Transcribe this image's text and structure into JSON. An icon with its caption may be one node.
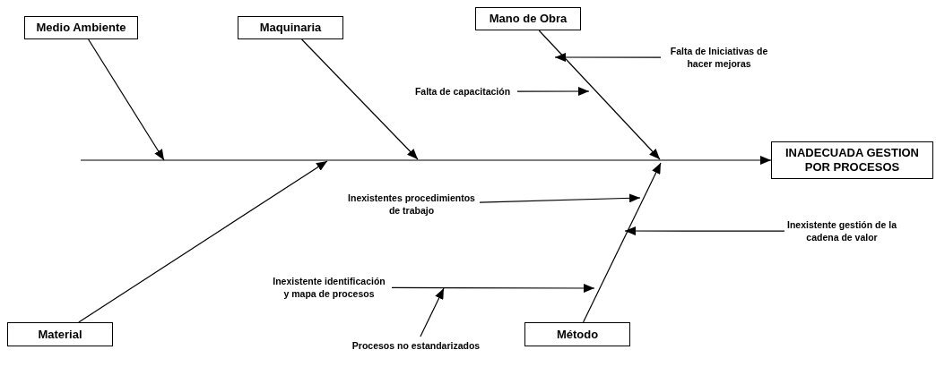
{
  "diagram": {
    "nodes": [
      {
        "text": [
          "Medio Ambiente"
        ]
      },
      {
        "text": [
          "Maquinaria"
        ]
      },
      {
        "text": [
          "Mano de Obra"
        ]
      },
      {
        "text": [
          "INADECUADA GESTION POR PROCESOS"
        ]
      },
      {
        "text": [
          "Falta de Iniciativas de hacer mejoras"
        ]
      },
      {
        "text": [
          "Falta de capacitación"
        ]
      },
      {
        "text": [
          "Inexistentes procedimientos de trabajo"
        ]
      },
      {
        "text": [
          "Inexistente gestión de la cadena de valor"
        ]
      },
      {
        "text": [
          "Inexistente identificación y mapa de procesos"
        ]
      },
      {
        "text": [
          "Material"
        ]
      },
      {
        "text": [
          "Método"
        ]
      },
      {
        "text": [
          "Procesos no estandarizados"
        ]
      }
    ],
    "edges": [
      {
        "from": null,
        "to": 3,
        "arrow": "to"
      },
      {
        "from": 0,
        "to": null,
        "arrow": "to"
      },
      {
        "from": 1,
        "to": null,
        "arrow": "to"
      },
      {
        "from": 2,
        "to": null,
        "arrow": "to"
      },
      {
        "from": 9,
        "to": null,
        "arrow": "to"
      },
      {
        "from": 10,
        "to": null,
        "arrow": "to"
      },
      {
        "from": 4,
        "to": null,
        "arrow": "to"
      },
      {
        "from": 5,
        "to": null,
        "arrow": "to"
      },
      {
        "from": 6,
        "to": null,
        "arrow": "to"
      },
      {
        "from": 7,
        "to": null,
        "arrow": "to"
      },
      {
        "from": 8,
        "to": null,
        "arrow": "to"
      },
      {
        "from": 11,
        "to": null,
        "arrow": "to"
      }
    ]
  }
}
